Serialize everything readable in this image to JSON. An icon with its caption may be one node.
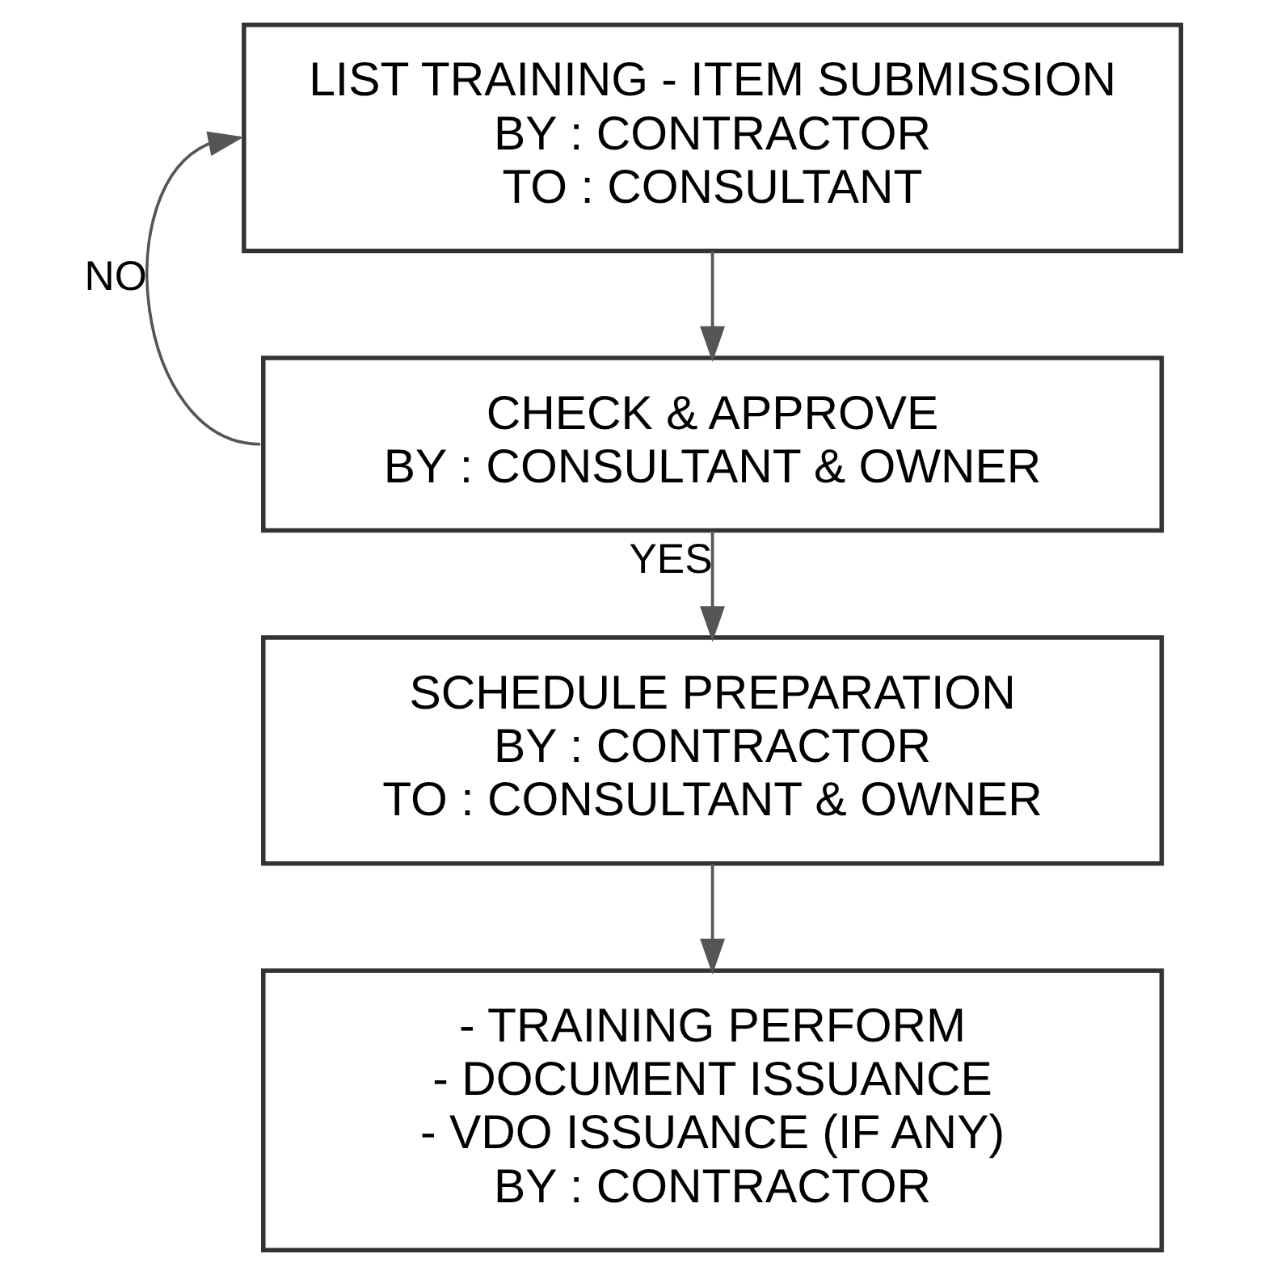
{
  "diagram": {
    "nodes": [
      {
        "text": [
          "LIST TRAINING - ITEM SUBMISSION",
          "BY : CONTRACTOR",
          "TO : CONSULTANT"
        ]
      },
      {
        "text": [
          "CHECK & APPROVE",
          "BY : CONSULTANT & OWNER"
        ]
      },
      {
        "text": [
          "SCHEDULE PREPARATION",
          "BY : CONTRACTOR",
          "TO : CONSULTANT & OWNER"
        ]
      },
      {
        "text": [
          "- TRAINING PERFORM",
          "- DOCUMENT ISSUANCE",
          "- VDO ISSUANCE (IF ANY)",
          "BY : CONTRACTOR"
        ]
      }
    ],
    "edges": [
      {
        "from": 0,
        "to": 1,
        "arrow": "to"
      },
      {
        "from": 1,
        "to": 2,
        "arrow": "to",
        "label": "YES"
      },
      {
        "from": 2,
        "to": 3,
        "arrow": "to"
      },
      {
        "from": 1,
        "to": 0,
        "arrow": "to",
        "label": "NO"
      }
    ]
  }
}
